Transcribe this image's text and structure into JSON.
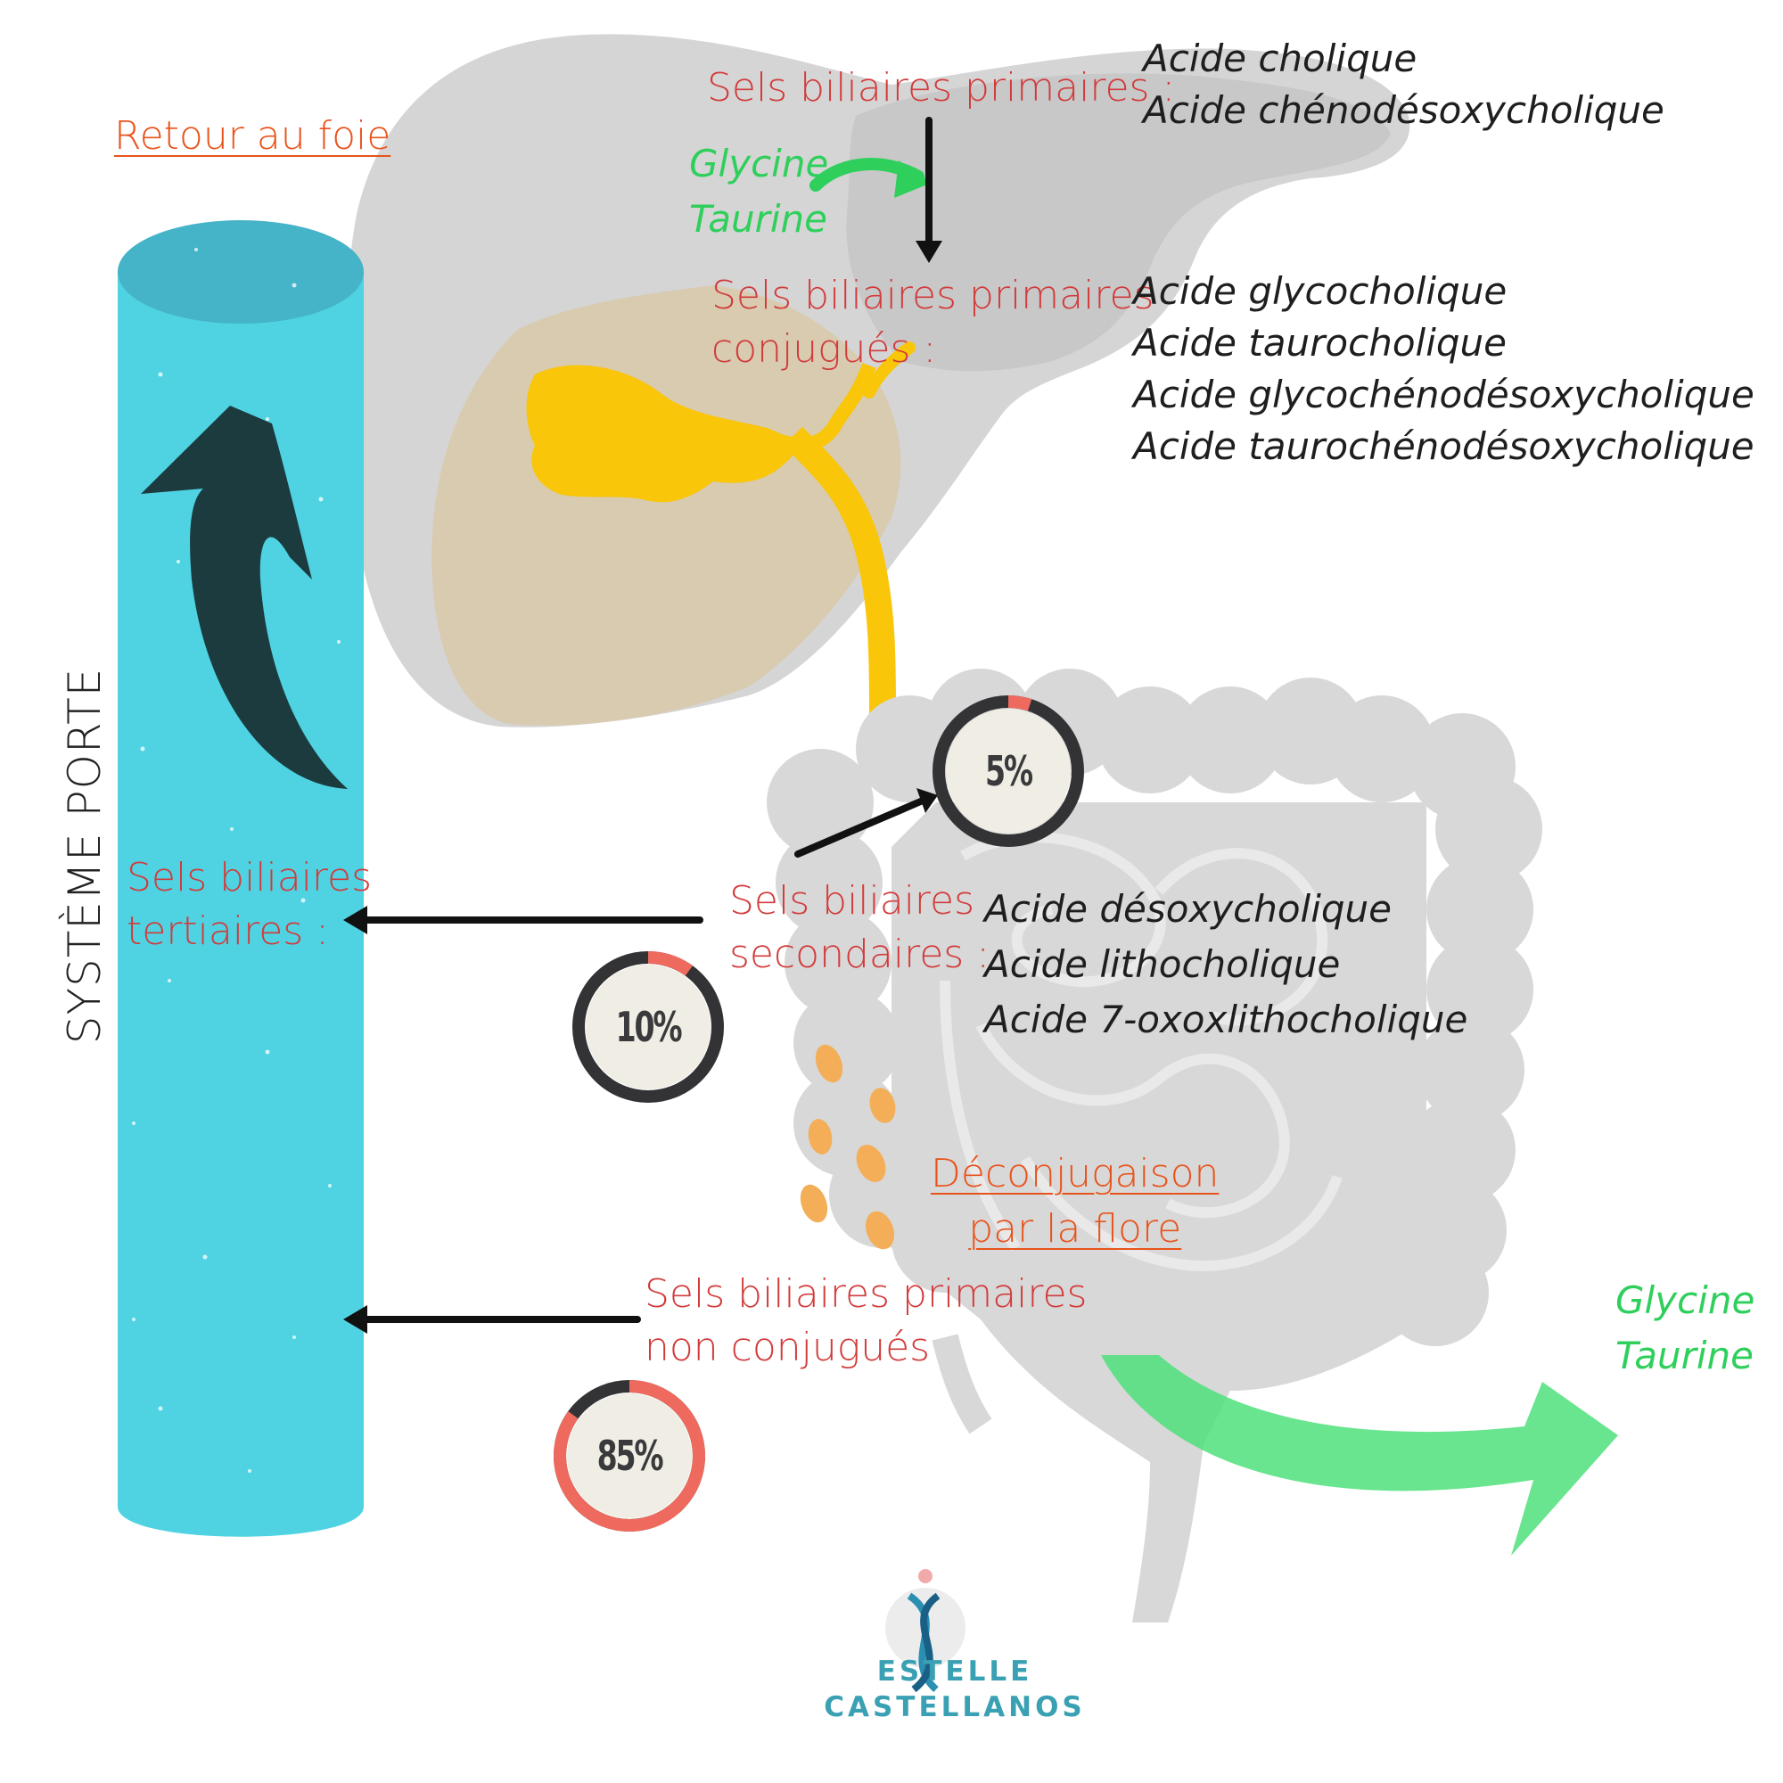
{
  "labels": {
    "retour_foie": "Retour au foie",
    "systeme_porte": "SYSTÈME PORTE",
    "primaires": "Sels biliaires primaires :",
    "primaires_acides": [
      "Acide cholique",
      "Acide chénodésoxycholique"
    ],
    "glycine": "Glycine",
    "taurine": "Taurine",
    "conjugues_line1": "Sels biliaires primaires",
    "conjugues_line2": "conjugués :",
    "conjugues_acides": [
      "Acide glycocholique",
      "Acide taurocholique",
      "Acide glycochénodésoxycholique",
      "Acide taurochénodésoxycholique"
    ],
    "tertiaires_line1": "Sels biliaires",
    "tertiaires_line2": "tertiaires :",
    "secondaires_line1": "Sels biliaires",
    "secondaires_line2": "secondaires :",
    "secondaires_acides": [
      "Acide désoxycholique",
      "Acide lithocholique",
      "Acide 7-oxoxlithocholique"
    ],
    "deconj_line1": "Déconjugaison",
    "deconj_line2": "par la flore",
    "non_conj_line1": "Sels biliaires primaires",
    "non_conj_line2": "non conjugués",
    "glycine2": "Glycine",
    "taurine2": "Taurine",
    "brand_line1": "ESTELLE",
    "brand_line2": "CASTELLANOS"
  },
  "percentages": [
    {
      "label": "5%",
      "value": 0.05
    },
    {
      "label": "10%",
      "value": 0.1
    },
    {
      "label": "85%",
      "value": 0.85
    }
  ],
  "colors": {
    "vein": "#4fd3e2",
    "vein_top": "#45b3c8",
    "dark_arrow": "#1b3b3f",
    "liver": "#d5d5d5",
    "gallbladder": "#f9c60a",
    "pancreas_area": "#d8cbb0",
    "intestine": "#d8d8d8",
    "green_arrow": "#4ee07a",
    "red_text": "#d23b3b",
    "link_orange": "#e8531b",
    "ring_dark": "#333336",
    "ring_red": "#ee6a5e",
    "badge_fill": "#efede4",
    "bacteria": "#f3ae57",
    "brand": "#3aa0b3"
  },
  "icons": [
    "liver-shape",
    "gallbladder-shape",
    "intestine-shape",
    "portal-vein",
    "return-arrow",
    "dna-logo"
  ]
}
